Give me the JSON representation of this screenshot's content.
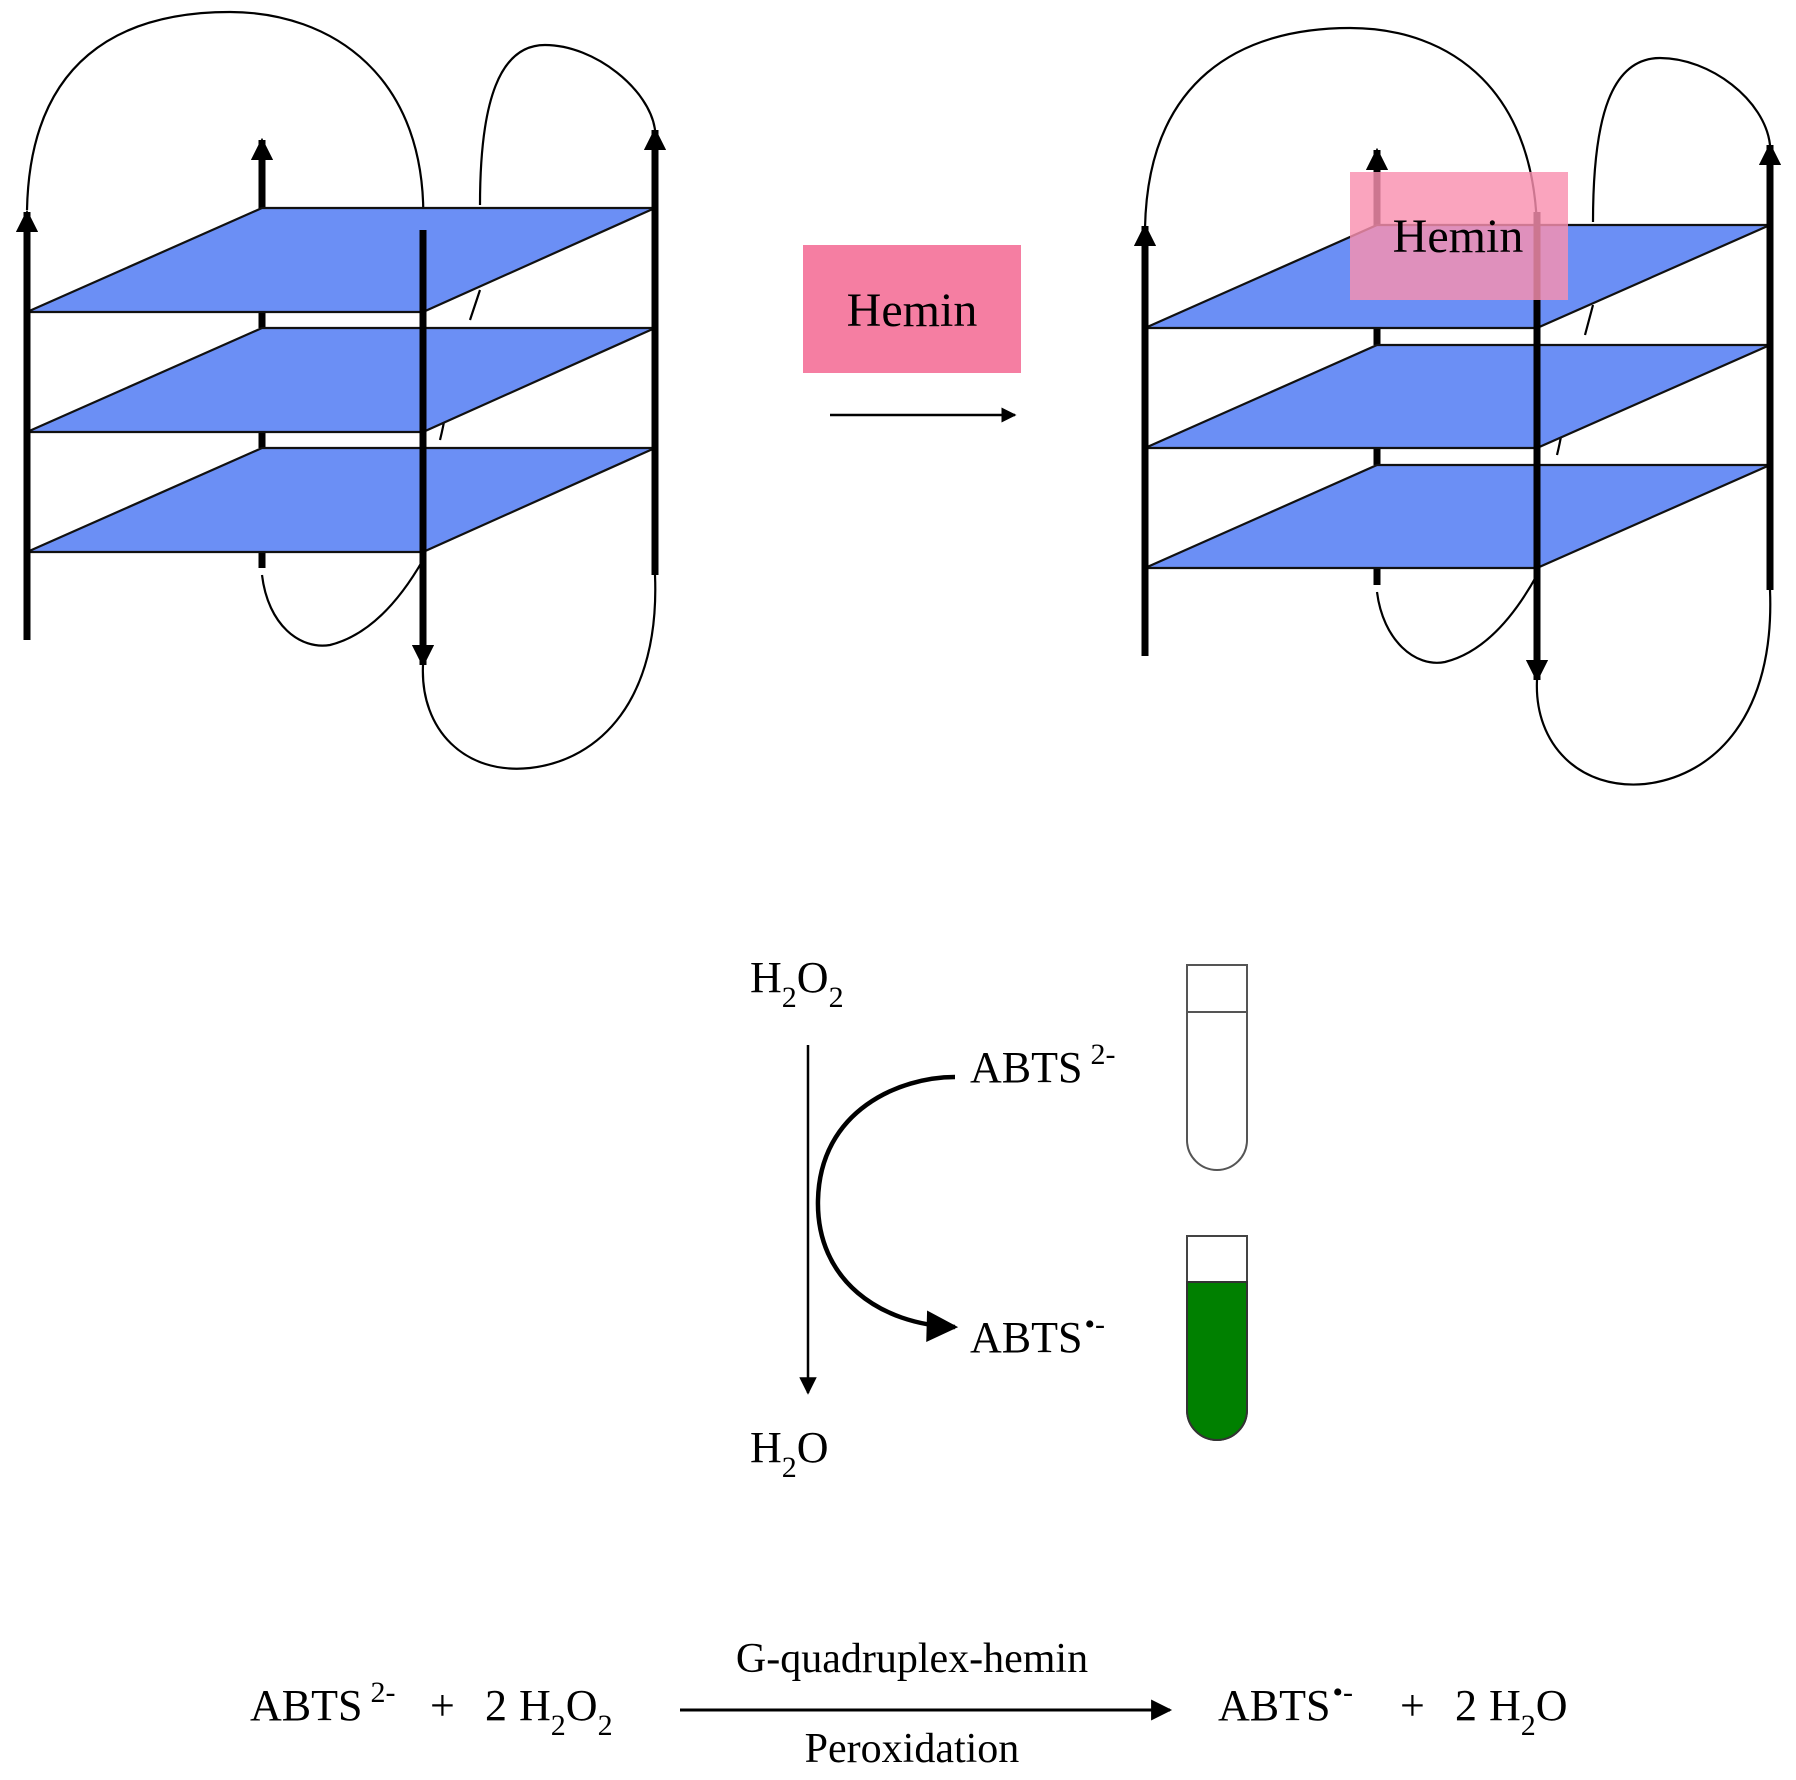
{
  "colors": {
    "g_quartet": "#6b8ff5",
    "hemin_box": "#f57ea2",
    "hemin_box_bound": "#f990b0",
    "abts_radical_solution": "#008000",
    "tube_empty": "#ffffff",
    "ink": "#000000"
  },
  "top_scheme": {
    "hemin_label": "Hemin",
    "bound_hemin_label": "Hemin"
  },
  "cycle": {
    "h2o2": {
      "main": "H",
      "sub1": "2",
      "mid": "O",
      "sub2": "2"
    },
    "water": {
      "main": "H",
      "sub1": "2",
      "tail": "O"
    },
    "abts_reduced": {
      "main": "ABTS",
      "sup": "2-"
    },
    "abts_radical": {
      "main": "ABTS",
      "sup": "•-"
    },
    "tube_top_state": "colorless",
    "tube_bottom_state": "green"
  },
  "equation": {
    "abts_reduced": {
      "main": "ABTS",
      "sup": "2-"
    },
    "plus1": "+",
    "coef1": "2",
    "h2o2": {
      "main": "H",
      "sub1": "2",
      "mid": "O",
      "sub2": "2"
    },
    "catalyst": "G-quadruplex-hemin",
    "process": "Peroxidation",
    "abts_radical": {
      "main": "ABTS",
      "sup": "•-"
    },
    "plus2": "+",
    "coef2": "2",
    "water": {
      "main": "H",
      "sub1": "2",
      "tail": "O"
    }
  }
}
